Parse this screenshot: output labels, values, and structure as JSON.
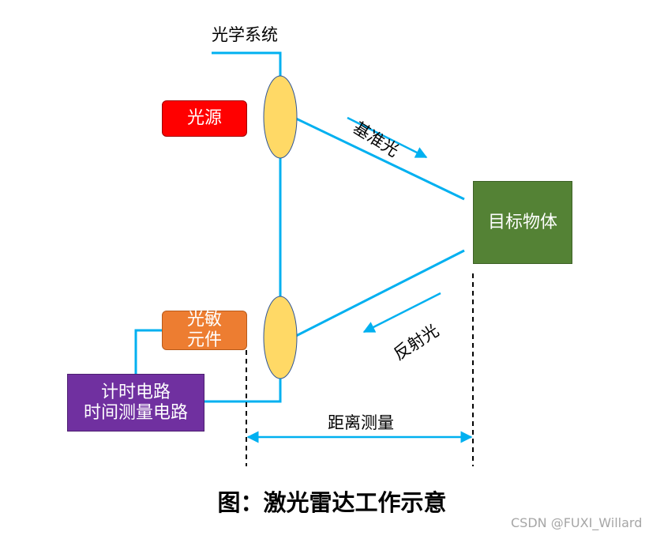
{
  "diagram": {
    "nodes": {
      "light_source": "光源",
      "photo_element": "光敏\n元件",
      "target_object": "目标物体",
      "timer_circuit": "计时电路\n时间测量电路"
    },
    "labels": {
      "optical_system": "光学系统",
      "reference_light": "基准光",
      "reflected_light": "反射光",
      "distance_measure": "距离测量"
    },
    "caption": "图：激光雷达工作示意",
    "colors": {
      "light_source": "#ff0000",
      "photo_element": "#ed7d31",
      "target_object": "#548235",
      "timer_circuit": "#7030a0",
      "lens": "#ffd966",
      "connector_line": "#00b0f0"
    }
  },
  "watermark": "CSDN @FUXI_Willard"
}
